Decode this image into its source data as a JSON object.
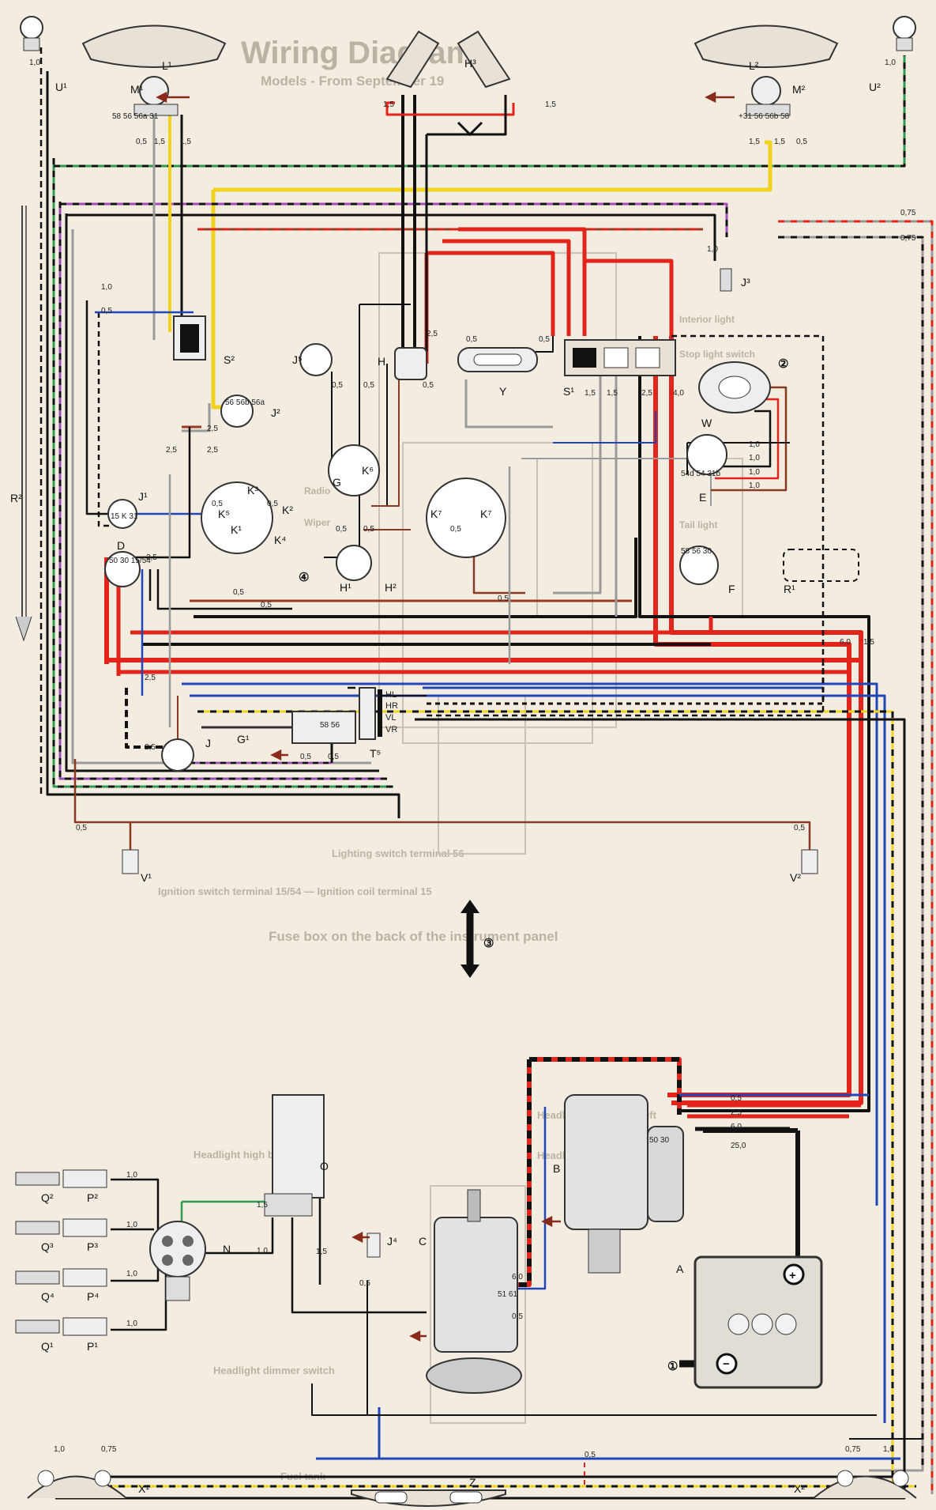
{
  "background_text": {
    "title": "Wiring Diagram",
    "subtitle": "Models - From September 19",
    "fuse_box_caption": "Fuse box on the back of the instrument panel",
    "lighting_switch_note": "Lighting switch terminal 56",
    "ignition_note": "Ignition switch terminal 15/54 — Ignition coil terminal 15",
    "headlight_high_beam_left": "Headlight high beam left",
    "headlight_high_beam_right": "Headlight high beam right",
    "headlight_control_lamp": "Headlight control lamp",
    "dimmer_switch": "Headlight dimmer switch",
    "fuel_tank": "Fuel tank",
    "interior_light": "Interior light",
    "stop_light_switch": "Stop light switch",
    "radio": "Radio",
    "wiper": "Wiper",
    "tail_light": "Tail light"
  },
  "components": {
    "L1": "L¹",
    "L2": "L²",
    "M1": "M¹",
    "M2": "M²",
    "H3": "H³",
    "U1": "U¹",
    "U2": "U²",
    "J3": "J³",
    "J2": "J²",
    "J1": "J¹",
    "J": "J",
    "J4": "J⁴",
    "J5": "J⁵",
    "S1": "S¹",
    "S2": "S²",
    "H": "H",
    "H1": "H¹",
    "H2": "H²",
    "Y": "Y",
    "W": "W",
    "E": "E",
    "R1": "R¹",
    "R2": "R²",
    "F": "F",
    "D": "D",
    "G": "G",
    "G1": "G¹",
    "T5": "T⁵",
    "K1": "K¹",
    "K2": "K²",
    "K3": "K³",
    "K4": "K⁴",
    "K5": "K⁵",
    "K6": "K⁶",
    "K7": "K⁷",
    "V1": "V¹",
    "V2": "V²",
    "O": "O",
    "N": "N",
    "C": "C",
    "B": "B",
    "A": "A",
    "Q1": "Q¹",
    "Q2": "Q²",
    "Q3": "Q³",
    "Q4": "Q⁴",
    "P1": "P¹",
    "P2": "P²",
    "P3": "P³",
    "P4": "P⁴",
    "X1": "X¹",
    "X2": "X²",
    "Z": "Z"
  },
  "fuse_labels": [
    "HL",
    "HR",
    "VL",
    "VR"
  ],
  "circled_markers": [
    "①",
    "②",
    "③",
    "④"
  ],
  "wire_sizes": {
    "s10": "1,0",
    "s15": "1,5",
    "s05": "0,5",
    "s25": "2,5",
    "s60": "6,0",
    "s250": "25,0",
    "s075": "0,75",
    "s40": "4,0"
  },
  "terminal_labels": {
    "m1_terms": "58  56 56a 31",
    "m2_terms": "+31 56 56b 58",
    "s2_terms": "56 56b 56a",
    "t5_terms": "58 56",
    "w_terms": "54d 54 31b",
    "f_terms": "58 56 30",
    "d_terms": "50 30 15/54",
    "b_terms": "50 30",
    "c_terms": "51 61",
    "j1_terms": "15 K 31"
  },
  "colors": {
    "red": "#e2241b",
    "black": "#111111",
    "yellow": "#f1d21f",
    "green": "#2e9b4f",
    "blue": "#2246b8",
    "brown": "#8a3a22",
    "grey": "#9a9a9a",
    "violet": "#a24bb8",
    "white": "#f8f6ef",
    "paper": "#f2ede0"
  }
}
